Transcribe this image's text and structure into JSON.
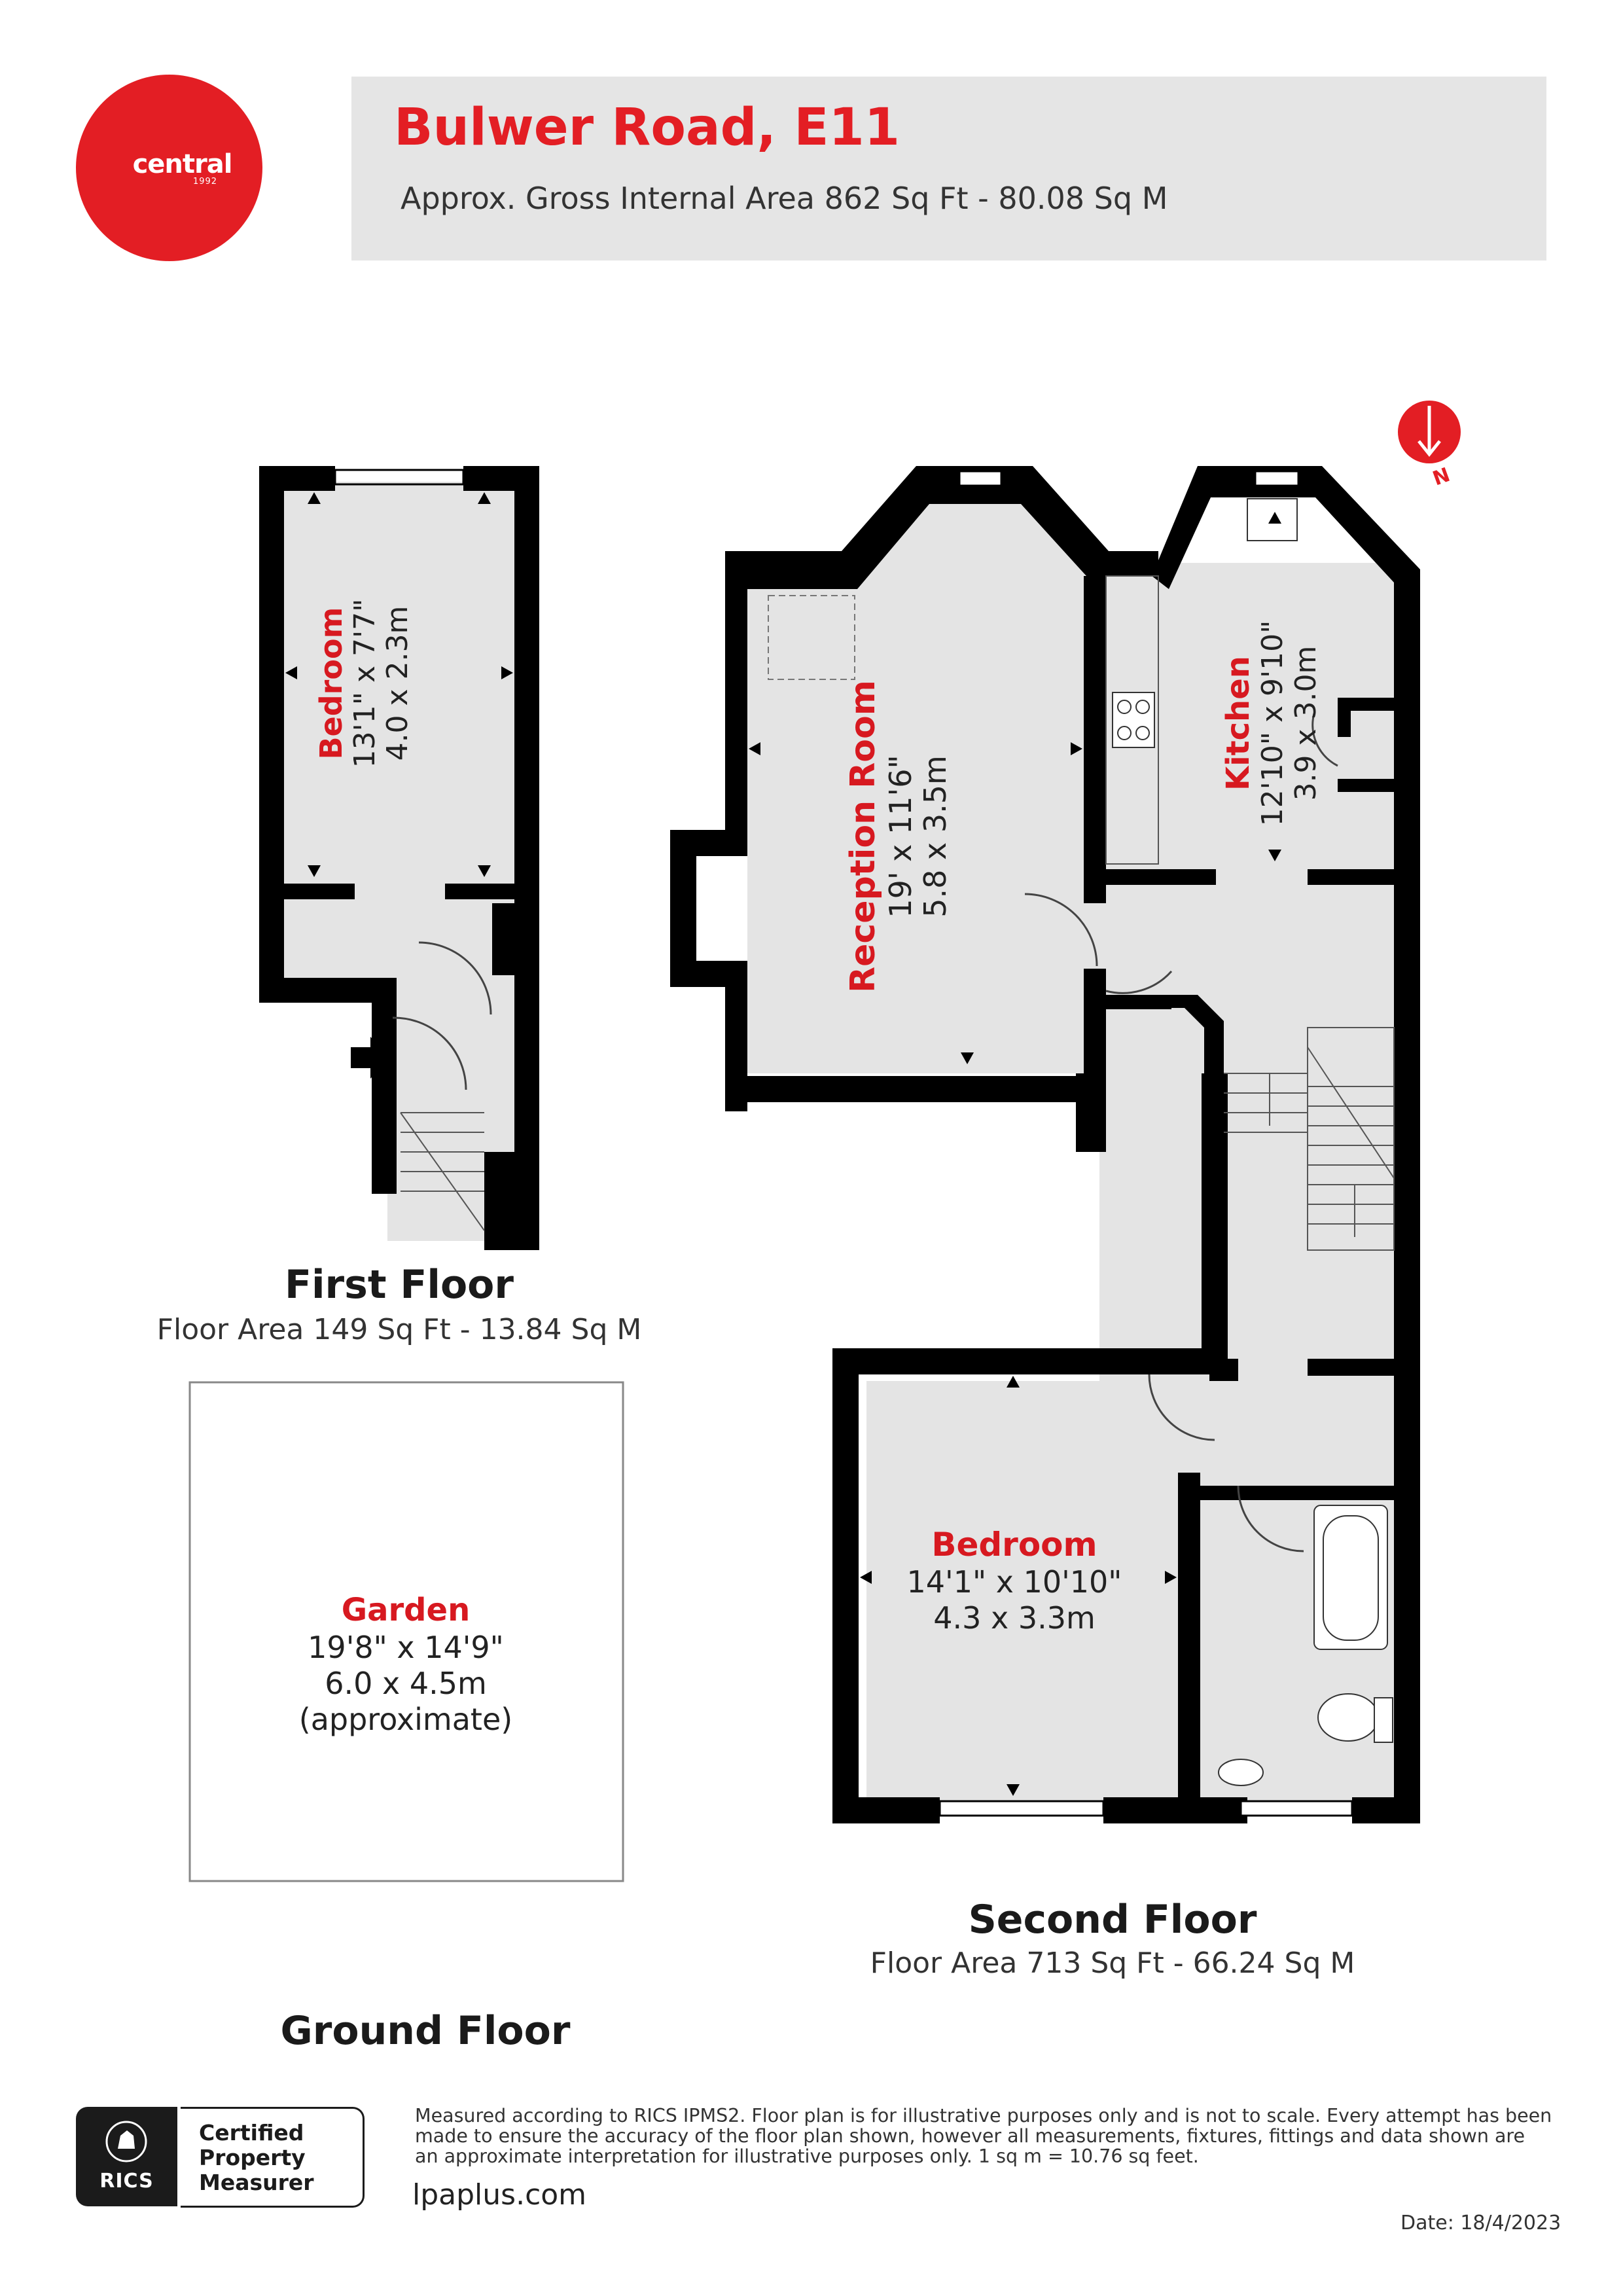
{
  "brand": {
    "logo_word": "central",
    "logo_year": "1992",
    "color": "#e31e24"
  },
  "header": {
    "title": "Bulwer Road, E11",
    "subtitle": "Approx. Gross Internal Area 862 Sq Ft - 80.08 Sq M"
  },
  "compass": {
    "label": "N"
  },
  "floors": {
    "first": {
      "title": "First Floor",
      "area": "Floor Area 149 Sq Ft - 13.84 Sq M"
    },
    "second": {
      "title": "Second Floor",
      "area": "Floor Area 713 Sq Ft - 66.24 Sq M"
    },
    "ground": {
      "title": "Ground Floor"
    }
  },
  "rooms": {
    "first_bedroom": {
      "name": "Bedroom",
      "dim_imperial": "13'1\" x 7'7\"",
      "dim_metric": "4.0 x 2.3m"
    },
    "reception": {
      "name": "Reception Room",
      "dim_imperial": "19' x 11'6\"",
      "dim_metric": "5.8 x 3.5m"
    },
    "kitchen": {
      "name": "Kitchen",
      "dim_imperial": "12'10\" x 9'10\"",
      "dim_metric": "3.9 x 3.0m"
    },
    "second_bedroom": {
      "name": "Bedroom",
      "dim_imperial": "14'1\" x 10'10\"",
      "dim_metric": "4.3 x 3.3m"
    },
    "garden": {
      "name": "Garden",
      "dim_imperial": "19'8\" x 14'9\"",
      "dim_metric": "6.0 x 4.5m",
      "note": "(approximate)"
    }
  },
  "footer": {
    "rics_word": "RICS",
    "certified": [
      "Certified",
      "Property",
      "Measurer"
    ],
    "disclaimer": "Measured according to RICS IPMS2. Floor plan is for illustrative purposes only and is not to scale. Every attempt has been made to ensure the accuracy of the floor plan shown, however all measurements, fixtures, fittings and data shown are an approximate interpretation for illustrative purposes only. 1 sq m = 10.76 sq feet.",
    "website": "lpaplus.com",
    "date": "Date: 18/4/2023"
  }
}
